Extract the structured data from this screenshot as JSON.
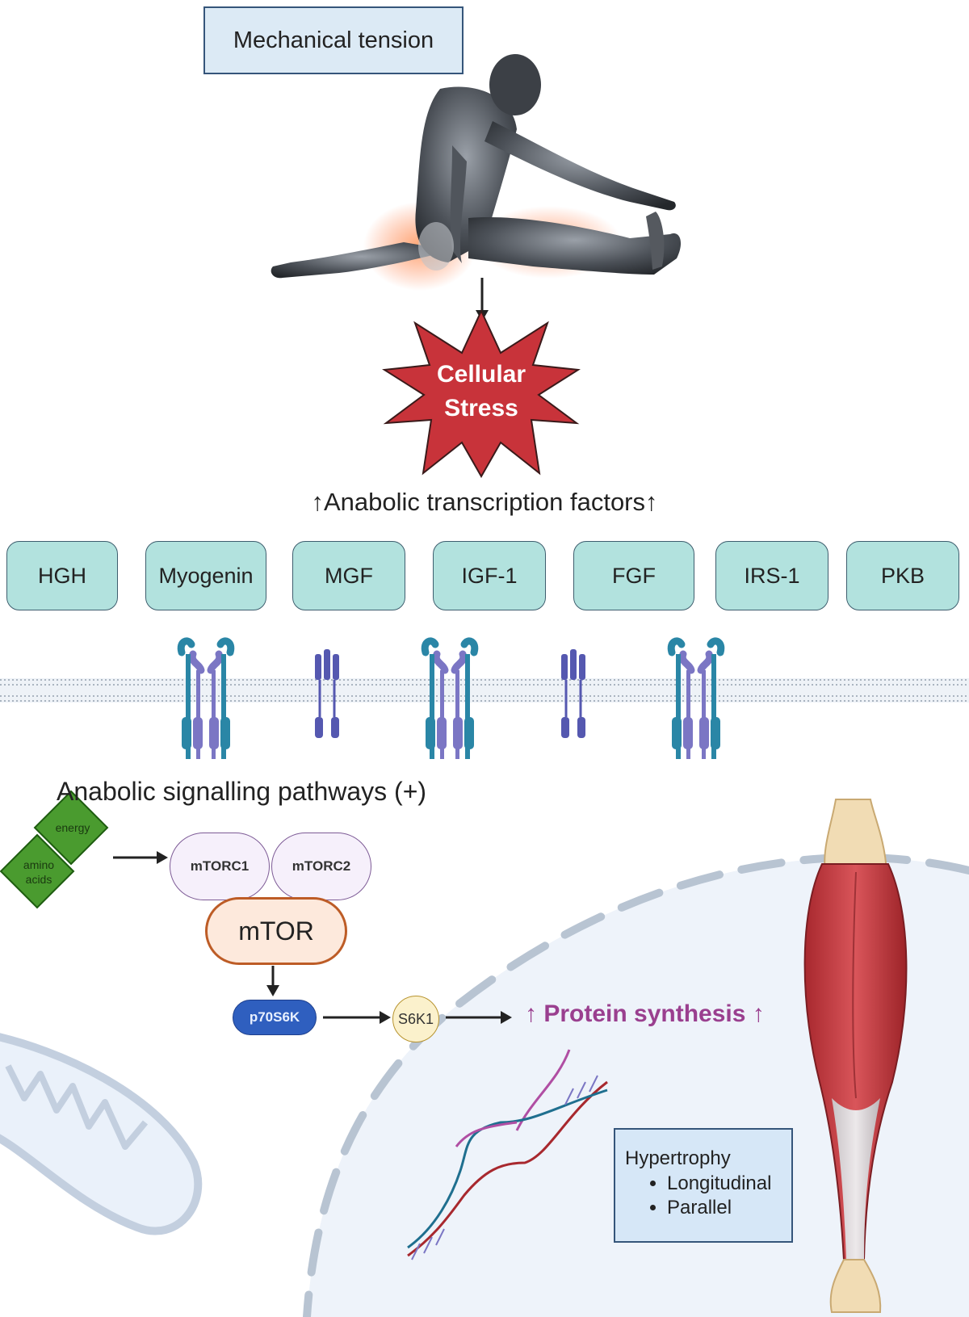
{
  "mechanical_tension": "Mechanical tension",
  "cellular_stress": {
    "line1": "Cellular",
    "line2": "Stress"
  },
  "transcription_title": "↑Anabolic transcription factors↑",
  "factors": [
    "HGH",
    "Myogenin",
    "MGF",
    "IGF-1",
    "FGF",
    "IRS-1",
    "PKB"
  ],
  "signalling_title": "Anabolic signalling pathways (+)",
  "inputs": {
    "energy": "energy",
    "amino_acids_line1": "amino",
    "amino_acids_line2": "acids"
  },
  "mtorc1": "mTORC1",
  "mtorc2": "mTORC2",
  "mtor": "mTOR",
  "p70s6k": "p70S6K",
  "s6k1": "S6K1",
  "protein_synthesis": "↑ Protein synthesis ↑",
  "hypertrophy": {
    "title": "Hypertrophy",
    "items": [
      "Longitudinal",
      "Parallel"
    ]
  },
  "colors": {
    "factor_fill": "#b2e2de",
    "star_red": "#c8333a",
    "protein_text": "#9a3f8f",
    "receptor_teal": "#2a86a6",
    "receptor_purple": "#7b76c4",
    "muscle_red": "#c0393e"
  }
}
